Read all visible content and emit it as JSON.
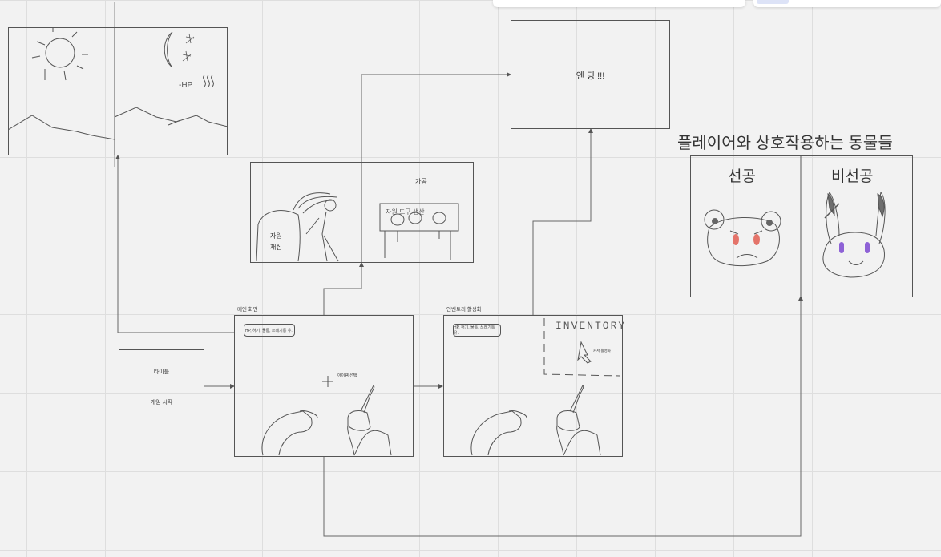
{
  "title_screen": {
    "title": "타이틀",
    "start": "게임 시작"
  },
  "main_screen": {
    "label": "메인 화면",
    "hud": "HP, 허기, 물통, 쓰레기통 유..",
    "center_hint": "아이템 선택"
  },
  "inventory_screen": {
    "label": "인벤토리 활성화",
    "hud": "HP, 허기, 물통, 쓰레기통 유..",
    "inventory_title": "INVENTORY",
    "cursor_hint": "커서 활성화"
  },
  "gather_screen": {
    "gather_line1": "자원",
    "gather_line2": "채집",
    "process_label": "가공",
    "process_sign": "자원 도구 생산"
  },
  "day_night_screen": {
    "hp_note": "-HP"
  },
  "ending_screen": {
    "label": "엔 딩 !!!"
  },
  "animals": {
    "heading": "플레이어와 상호작용하는 동물들",
    "hostile": "선공",
    "non_hostile": "비선공"
  },
  "colors": {
    "line": "#555555",
    "hostile_eye": "#e4746a",
    "passive_eye": "#8e62d6",
    "ear_dark": "#6e6e6e"
  }
}
